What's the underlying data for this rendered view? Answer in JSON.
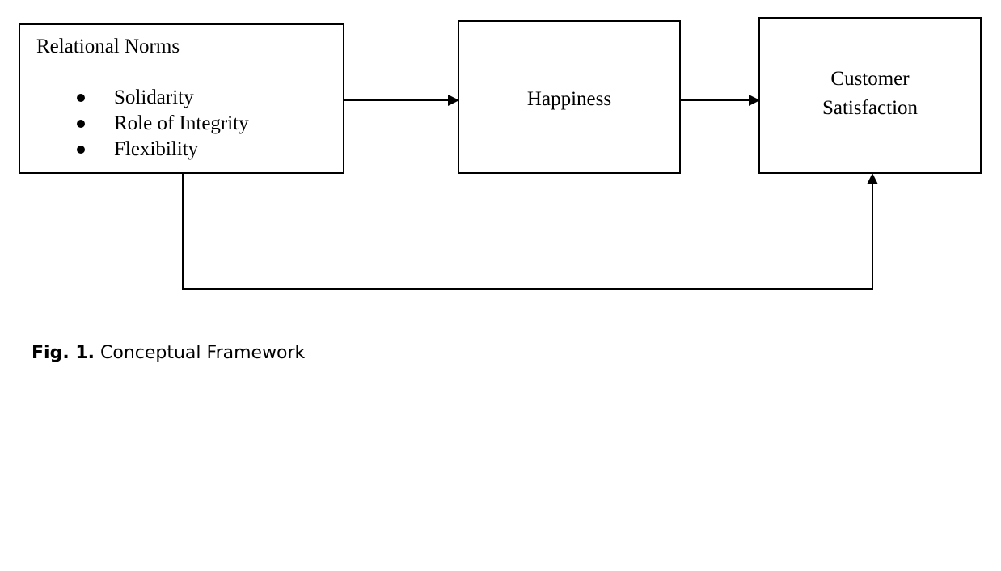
{
  "diagram": {
    "nodes": {
      "relational_norms": {
        "title": "Relational Norms",
        "items": [
          "Solidarity",
          "Role of Integrity",
          "Flexibility"
        ]
      },
      "happiness": {
        "label": "Happiness"
      },
      "customer_satisfaction": {
        "line1": "Customer",
        "line2": "Satisfaction"
      }
    },
    "edges": [
      {
        "from": "Relational Norms",
        "to": "Happiness"
      },
      {
        "from": "Happiness",
        "to": "Customer Satisfaction"
      },
      {
        "from": "Relational Norms",
        "to": "Customer Satisfaction"
      }
    ]
  },
  "caption": {
    "label": "Fig. 1.",
    "text": "Conceptual Framework"
  }
}
